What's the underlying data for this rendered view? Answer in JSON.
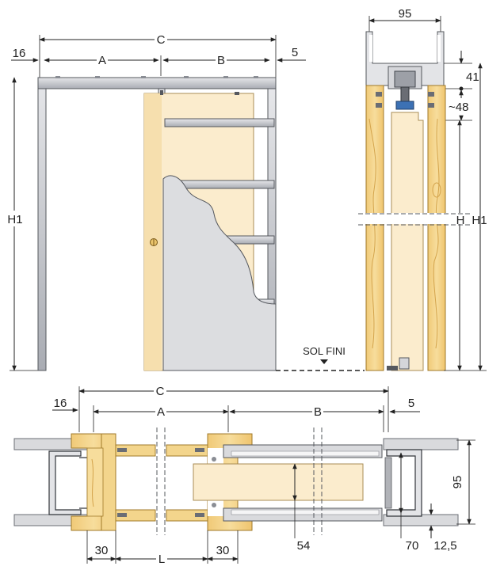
{
  "front_view": {
    "dim_16": "16",
    "dim_a": "A",
    "dim_c": "C",
    "dim_b": "B",
    "dim_5": "5",
    "dim_h1": "H1",
    "floor_label": "SOL FINI"
  },
  "section_view": {
    "dim_95": "95",
    "dim_41": "41",
    "dim_48": "~48",
    "dim_h": "H",
    "dim_h1": "H1"
  },
  "plan_view": {
    "dim_c": "C",
    "dim_16": "16",
    "dim_a": "A",
    "dim_b": "B",
    "dim_5": "5",
    "dim_95": "95",
    "dim_30_left": "30",
    "dim_l": "L",
    "dim_30_right": "30",
    "dim_54": "54",
    "dim_70": "70",
    "dim_12_5": "12,5"
  },
  "colors": {
    "wood": "#f3d58c",
    "wood_grain": "#e2b860",
    "door_panel": "#fbeccd",
    "metal": "#c9cbd0",
    "metal_dark": "#7d8088",
    "wall": "#d9dadd",
    "line": "#222222"
  }
}
